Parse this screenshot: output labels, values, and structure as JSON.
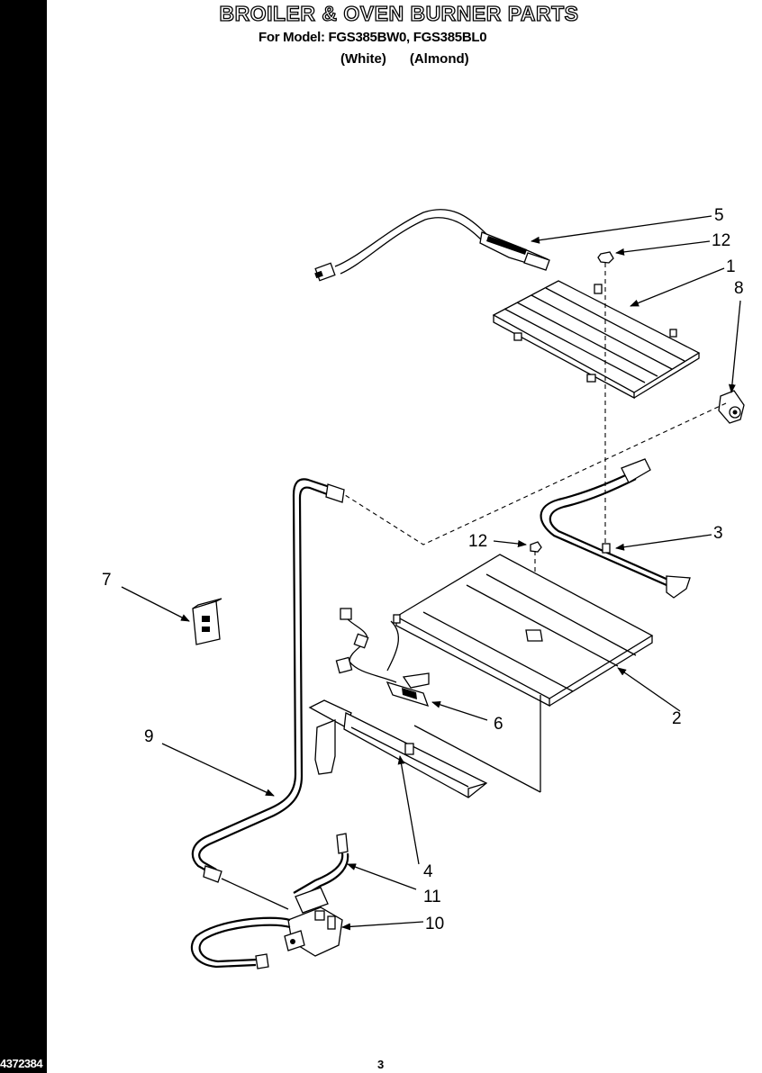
{
  "header": {
    "title": "BROILER & OVEN BURNER PARTS",
    "model_line": "For Model: FGS385BW0, FGS385BL0",
    "color_white": "(White)",
    "color_almond": "(Almond)"
  },
  "footer": {
    "doc_number": "4372384",
    "page_number": "3"
  },
  "callouts": {
    "c1": "1",
    "c2": "2",
    "c3": "3",
    "c4": "4",
    "c5": "5",
    "c6": "6",
    "c7": "7",
    "c8": "8",
    "c9": "9",
    "c10": "10",
    "c11": "11",
    "c12a": "12",
    "c12b": "12"
  }
}
